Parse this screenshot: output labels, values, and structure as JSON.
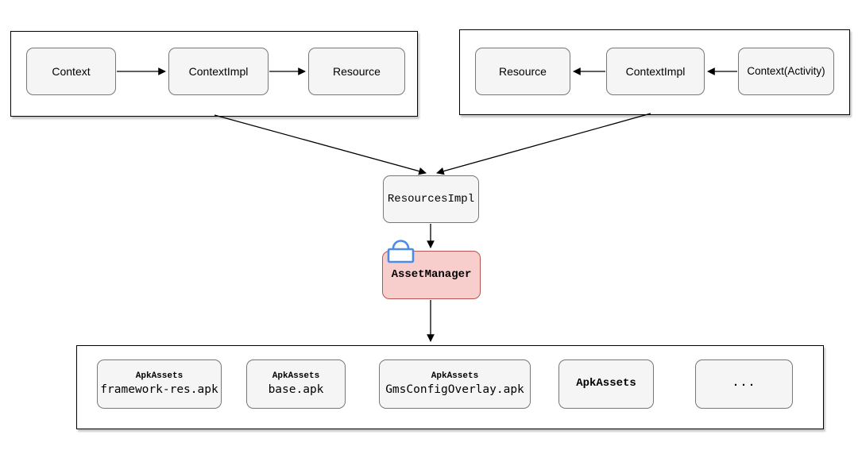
{
  "colors": {
    "node_fill": "#f5f5f5",
    "node_border": "#777777",
    "highlight_fill": "#f8cecc",
    "highlight_border": "#b85450",
    "lock_blue": "#4d8be4",
    "arrow": "#000000"
  },
  "groups": {
    "left": {
      "nodes": [
        {
          "label": "Context"
        },
        {
          "label": "ContextImpl"
        },
        {
          "label": "Resource"
        }
      ]
    },
    "right": {
      "nodes": [
        {
          "label": "Resource"
        },
        {
          "label": "ContextImpl"
        },
        {
          "label": "Context(Activity)"
        }
      ]
    }
  },
  "middle": {
    "resources_impl_label": "ResourcesImpl",
    "asset_manager_label": "AssetManager",
    "lock_icon": "lock-icon"
  },
  "apk": {
    "nodes": [
      {
        "title": "ApkAssets",
        "subtitle": "framework-res.apk"
      },
      {
        "title": "ApkAssets",
        "subtitle": "base.apk"
      },
      {
        "title": "ApkAssets",
        "subtitle": "GmsConfigOverlay.apk"
      },
      {
        "title": "ApkAssets",
        "subtitle": ""
      },
      {
        "title": "...",
        "subtitle": ""
      }
    ]
  }
}
